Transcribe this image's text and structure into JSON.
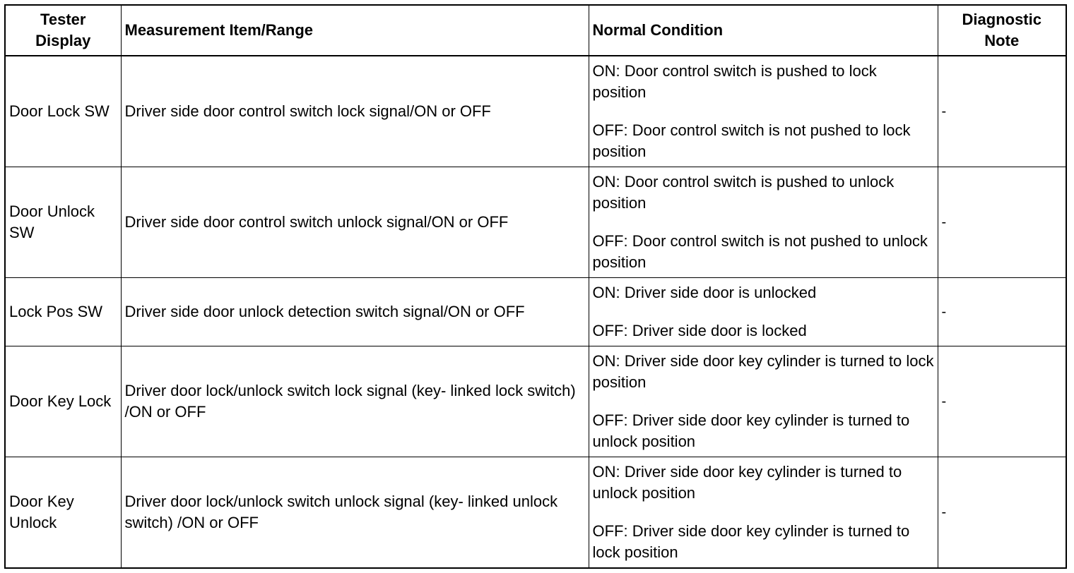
{
  "header": {
    "col1": "Tester\nDisplay",
    "col2": "Measurement Item/Range",
    "col3": "Normal Condition",
    "col4": "Diagnostic\nNote"
  },
  "rows": [
    {
      "display": "Door Lock SW",
      "measurement": "Driver side door control switch lock signal/ON or OFF",
      "on": "ON: Door control switch is pushed to lock position",
      "off": "OFF: Door control switch is not pushed to lock position",
      "note": "-"
    },
    {
      "display": "Door Unlock SW",
      "measurement": "Driver side door control switch unlock signal/ON or OFF",
      "on": "ON: Door control switch is pushed to unlock position",
      "off": "OFF: Door control switch is not pushed to unlock position",
      "note": "-"
    },
    {
      "display": "Lock Pos SW",
      "measurement": "Driver side door unlock detection switch signal/ON or OFF",
      "on": "ON: Driver side door is unlocked",
      "off": "OFF: Driver side door is locked",
      "note": "-"
    },
    {
      "display": "Door Key Lock",
      "measurement": "Driver door lock/unlock switch lock signal (key- linked lock switch) /ON or OFF",
      "on": "ON: Driver side door key cylinder is turned to lock position",
      "off": "OFF: Driver side door key cylinder is turned to unlock position",
      "note": "-"
    },
    {
      "display": "Door Key Unlock",
      "measurement": "Driver door lock/unlock switch unlock signal (key- linked unlock switch) /ON or OFF",
      "on": "ON: Driver side door key cylinder is turned to unlock position",
      "off": "OFF: Driver side door key cylinder is turned to lock position",
      "note": "-"
    }
  ]
}
